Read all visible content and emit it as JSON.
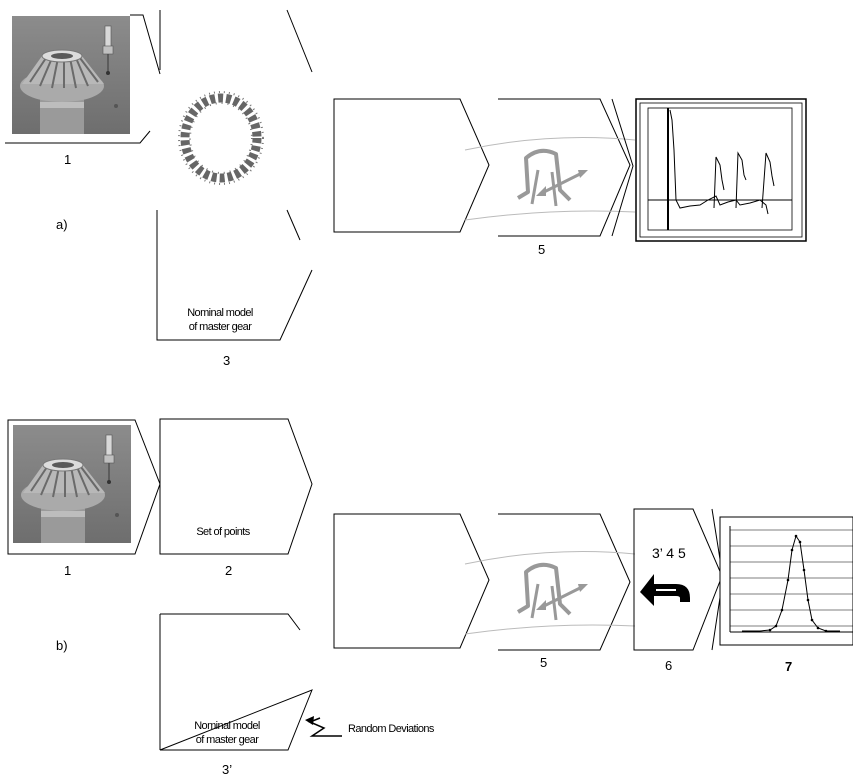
{
  "panel_a": {
    "tag": "a)",
    "step1": "1",
    "step3": "3",
    "step5": "5",
    "nominal_model_line1": "Nominal model",
    "nominal_model_line2": "of master gear"
  },
  "panel_b": {
    "tag": "b)",
    "step1": "1",
    "step2": "2",
    "step3": "3’",
    "step5": "5",
    "step6": "6",
    "step7": "7",
    "set_of_points": "Set of  points",
    "nominal_model_line1": "Nominal model",
    "nominal_model_line2": "of master gear",
    "random_deviations": "Random   Deviations",
    "loop_steps": "3’ 4 5"
  }
}
